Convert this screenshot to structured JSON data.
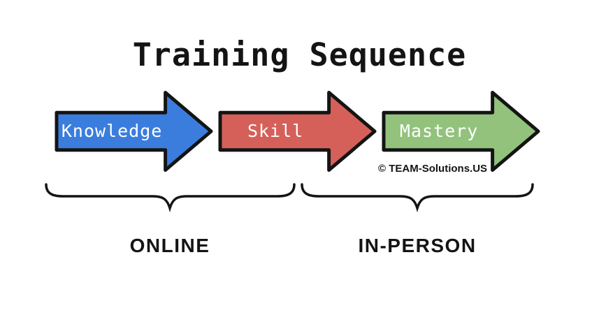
{
  "title": "Training Sequence",
  "arrows": [
    {
      "label": "Knowledge",
      "color": "#3B7DDD"
    },
    {
      "label": "Skill",
      "color": "#D5605A"
    },
    {
      "label": "Mastery",
      "color": "#92C27B"
    }
  ],
  "copyright": "© TEAM-Solutions.US",
  "groups": [
    {
      "label": "ONLINE"
    },
    {
      "label": "IN-PERSON"
    }
  ],
  "colors": {
    "outline": "#141414",
    "arrow_text": "#FFFFFF"
  }
}
